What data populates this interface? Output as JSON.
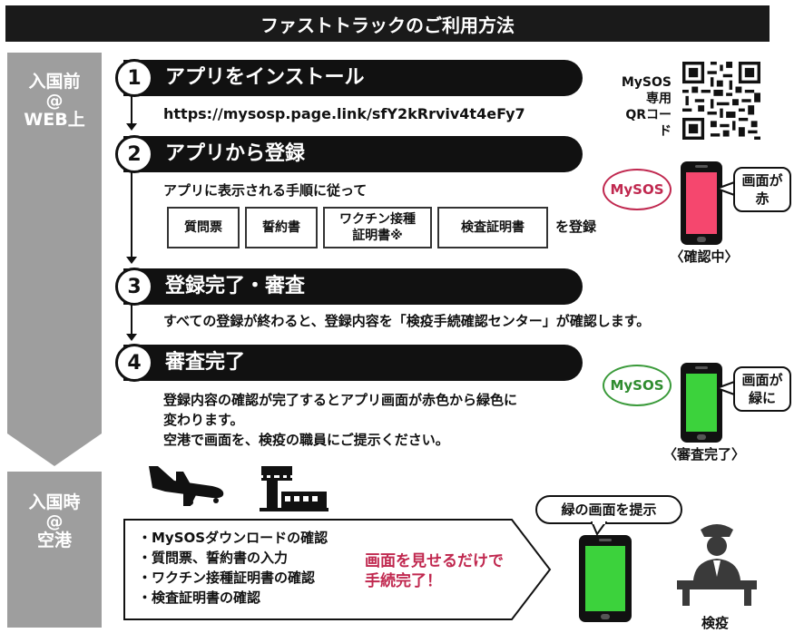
{
  "title": "ファストトラックのご利用方法",
  "side": {
    "before_label": [
      "入国前",
      "@",
      "WEB上"
    ],
    "arrival_label": [
      "入国時",
      "@",
      "空港"
    ]
  },
  "steps": [
    {
      "num": "1",
      "label": "アプリをインストール"
    },
    {
      "num": "2",
      "label": "アプリから登録"
    },
    {
      "num": "3",
      "label": "登録完了・審査"
    },
    {
      "num": "4",
      "label": "審査完了"
    }
  ],
  "step1_url": "https://mysosp.page.link/sfY2kRrviv4t4eFy7",
  "qr_caption": [
    "MySOS",
    "専用",
    "QRコー",
    "ド"
  ],
  "step2": {
    "intro": "アプリに表示される手順に従って",
    "docs": [
      "質問票",
      "誓約書",
      "ワクチン接種",
      "証明書※",
      "検査証明書"
    ],
    "suffix": "を登録"
  },
  "step3_text": "すべての登録が終わると、登録内容を「検疫手続確認センター」が確認します。",
  "step4_lines": [
    "登録内容の確認が完了するとアプリ画面が赤色から緑色に",
    "変わります。",
    "空港で画面を、検疫の職員にご提示ください。"
  ],
  "mysos_logo": "MySOS",
  "red_state": {
    "bubble": [
      "画面が",
      "赤"
    ],
    "caption": "〈確認中〉",
    "color": "#f5476e"
  },
  "green_state": {
    "bubble": [
      "画面が",
      "緑に"
    ],
    "caption": "〈審査完了〉",
    "color": "#3cd23c"
  },
  "arrival": {
    "items": [
      "・MySOSダウンロードの確認",
      "・質問票、誓約書の入力",
      "・ワクチン接種証明書の確認",
      "・検査証明書の確認"
    ],
    "highlight": [
      "画面を見せるだけで",
      "手続完了！"
    ],
    "highlight_color": "#c0284f",
    "bubble": "緑の画面を提示",
    "officer_caption": "検疫"
  }
}
